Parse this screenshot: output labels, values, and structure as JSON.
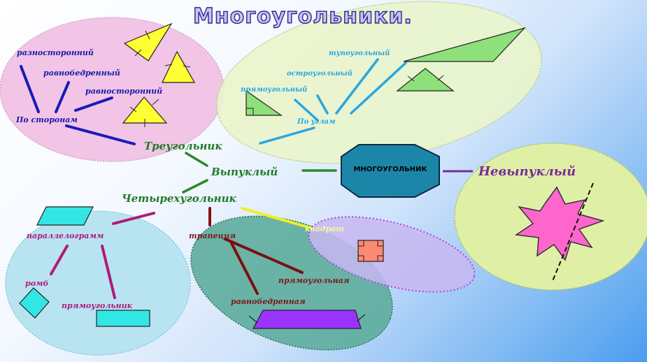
{
  "title": "Многоугольники.",
  "center": "МНОГОУГОЛЬНИК",
  "convex": "Выпуклый",
  "nonconvex": "Невыпуклый",
  "triangle": {
    "label": "Треугольник",
    "by_sides": "По сторонам",
    "scalene": "разносторонний",
    "isosceles": "равнобедренный",
    "equilateral": "равносторонний",
    "by_angles": "По углам",
    "obtuse": "тупоугольный",
    "acute": "остроугольный",
    "right": "прямоугольный"
  },
  "quadrilateral": {
    "label": "Четырехугольник",
    "parallelogram": "параллелограмм",
    "rhombus": "ромб",
    "rectangle": "прямоугольник",
    "trapezoid": "трапеция",
    "right_trapezoid": "прямоугольная",
    "isosceles_trapezoid": "равнобедренная",
    "square": "квадрат"
  },
  "colors": {
    "pink_region": "#f2c4e6",
    "lightgreen_region": "#e6f3c6",
    "yellowgreen_region": "#dff0a8",
    "cyan_region": "#b8e4f2",
    "teal_region": "#5fae9e",
    "lilac_region": "#c7b7f0",
    "yellow_shape": "#ffff33",
    "green_shape": "#8ee07a",
    "cyan_shape": "#33e6e6",
    "purple_shape": "#9b33ff",
    "salmon_shape": "#ff8a73",
    "pink_shape": "#ff66cc",
    "center_octagon": "#1c86a8"
  }
}
